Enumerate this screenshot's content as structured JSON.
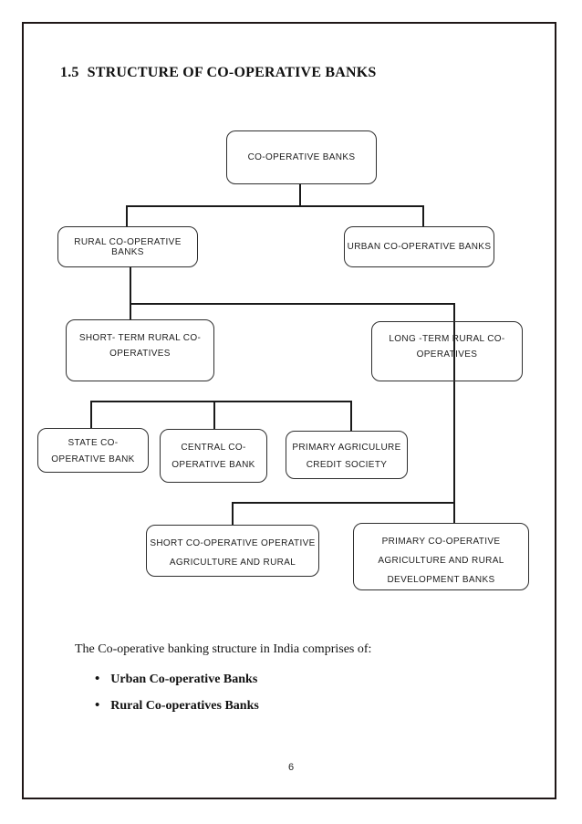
{
  "page": {
    "heading_number": "1.5",
    "heading_text": "STRUCTURE OF CO-OPERATIVE BANKS",
    "page_number": "6"
  },
  "diagram": {
    "nodes": {
      "cooperative_banks": {
        "lines": [
          "CO-OPERATIVE BANKS"
        ]
      },
      "rural": {
        "lines": [
          "RURAL CO-OPERATIVE BANKS"
        ]
      },
      "urban": {
        "lines": [
          "URBAN CO-OPERATIVE BANKS"
        ]
      },
      "short_term_rural": {
        "lines": [
          "SHORT- TERM RURAL CO-",
          "OPERATIVES"
        ]
      },
      "long_term_rural": {
        "lines": [
          "LONG -TERM RURAL CO-",
          "OPERATIVES"
        ]
      },
      "state_coop": {
        "lines": [
          "STATE CO-",
          "OPERATIVE BANK"
        ]
      },
      "central_coop": {
        "lines": [
          "CENTRAL CO-",
          "OPERATIVE BANK"
        ]
      },
      "primary_agri": {
        "lines": [
          "PRIMARY AGRICULURE",
          "CREDIT SOCIETY"
        ]
      },
      "short_coop_agri": {
        "lines": [
          "SHORT CO-OPERATIVE OPERATIVE",
          "AGRICULTURE AND RURAL"
        ]
      },
      "primary_coop_agri": {
        "lines": [
          "PRIMARY CO-OPERATIVE",
          "AGRICULTURE AND RURAL",
          "DEVELOPMENT BANKS"
        ]
      }
    }
  },
  "body": {
    "intro": "The Co-operative banking structure in India comprises of:",
    "bullets": [
      "Urban Co-operative Banks",
      "Rural Co-operatives Banks"
    ]
  },
  "colors": {
    "page_border": "#1f1717",
    "connector": "#1a1a1a",
    "box_border": "#2e2e2e",
    "text": "#1c1c1c"
  }
}
